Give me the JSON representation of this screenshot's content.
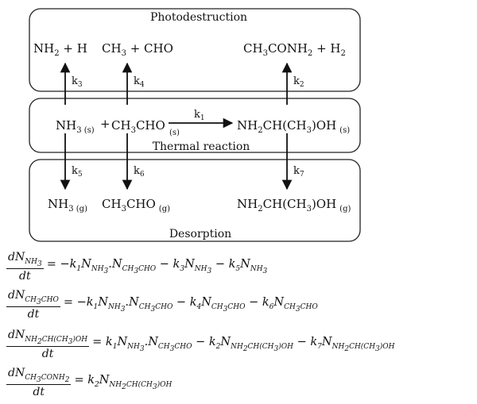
{
  "scheme": {
    "photo_title": "Photodestruction",
    "thermal_title": "Thermal reaction",
    "desorption_title": "Desorption",
    "photo_products": [
      "NH2 + H",
      "CH3 + CHO",
      "CH3CONH2 + H2"
    ],
    "surface_species": [
      "NH3 (s)",
      "CH3CHO (s)",
      "NH2CH(CH3)OH (s)"
    ],
    "gas_species": [
      "NH3 (g)",
      "CH3CHO (g)",
      "NH2CH(CH3)OH (g)"
    ],
    "rate_labels": {
      "k1": "k1",
      "k2": "k2",
      "k3": "k3",
      "k4": "k4",
      "k5": "k5",
      "k6": "k6",
      "k7": "k7"
    },
    "plus_sign": "+"
  },
  "equations": [
    {
      "lhs": "dN_NH3 / dt",
      "rhs": "= −k1 N_NH3 . N_CH3CHO − k3 N_NH3 − k5 N_NH3"
    },
    {
      "lhs": "dN_CH3CHO / dt",
      "rhs": "= −k1 N_NH3 . N_CH3CHO − k4 N_CH3CHO − k6 N_CH3CHO"
    },
    {
      "lhs": "dN_NH2CH(CH3)OH / dt",
      "rhs": "= k1 N_NH3 . N_CH3CHO − k2 N_NH2CH(CH3)OH − k7 N_NH2CH(CH3)OH"
    },
    {
      "lhs": "dN_CH3CONH2 / dt",
      "rhs": "= k2 N_NH2CH(CH3)OH"
    }
  ]
}
